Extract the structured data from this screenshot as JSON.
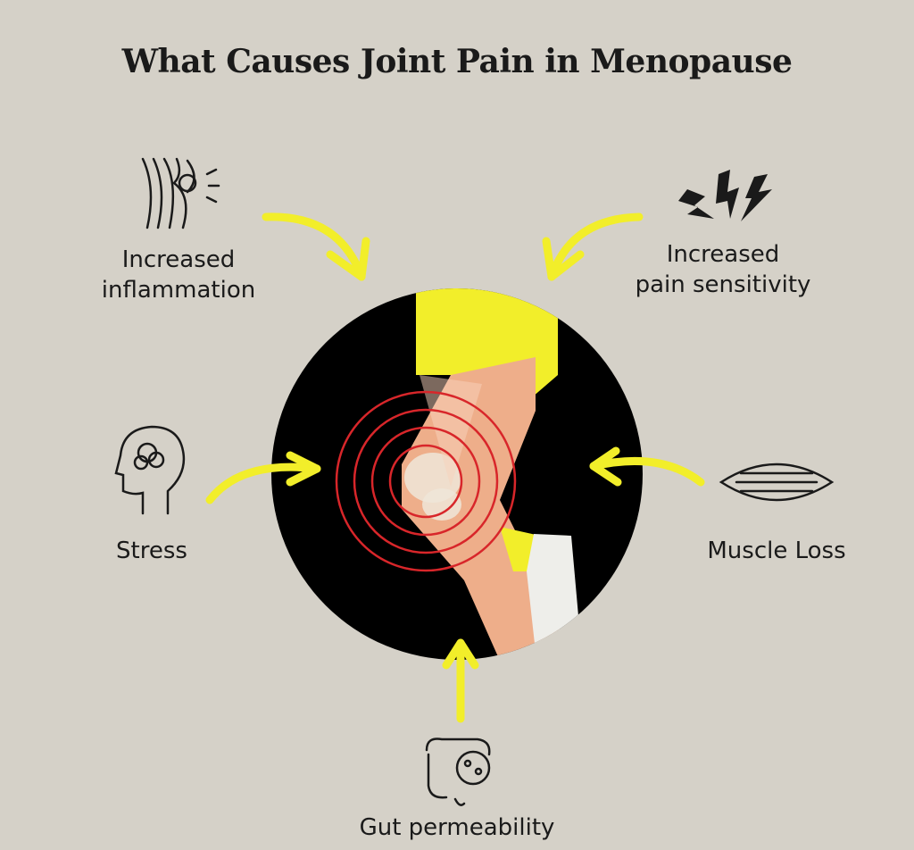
{
  "title": "What Causes Joint Pain in Menopause",
  "causes": [
    {
      "label": "Increased\ninflammation",
      "line1": "Increased",
      "line2": "inflammation",
      "icon": "knee-joint-icon"
    },
    {
      "label": "Increased pain sensitivity",
      "line1": "Increased",
      "line2": "pain sensitivity",
      "icon": "lightning-bolts-icon"
    },
    {
      "label": "Stress",
      "icon": "head-tangle-icon"
    },
    {
      "label": "Muscle Loss",
      "icon": "muscle-fiber-icon"
    },
    {
      "label": "Gut permeability",
      "icon": "intestine-icon"
    }
  ],
  "colors": {
    "background": "#d5d1c8",
    "arrow": "#f2ee2a",
    "circle": "#000000",
    "ring": "#d8262a",
    "skin": "#eeae8a",
    "shorts": "#f2ee2a"
  }
}
